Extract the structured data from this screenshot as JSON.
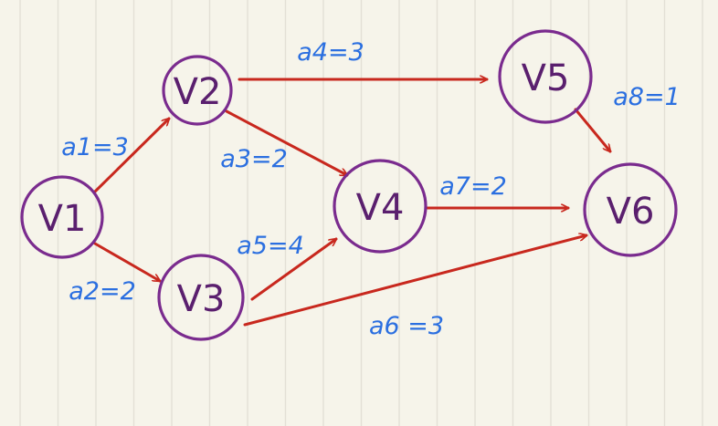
{
  "colors": {
    "background": "#f6f4ea",
    "grid_line": "#e3e0d6",
    "node_stroke": "#7a2b8e",
    "node_text": "#5a1f6e",
    "edge": "#c8281e",
    "edge_label": "#2b6fe0"
  },
  "nodes": [
    {
      "id": "v1",
      "label": "V1"
    },
    {
      "id": "v2",
      "label": "V2"
    },
    {
      "id": "v3",
      "label": "V3"
    },
    {
      "id": "v4",
      "label": "V4"
    },
    {
      "id": "v5",
      "label": "V5"
    },
    {
      "id": "v6",
      "label": "V6"
    }
  ],
  "edges": [
    {
      "id": "a1",
      "from": "v1",
      "to": "v2",
      "label": "a1=3"
    },
    {
      "id": "a2",
      "from": "v1",
      "to": "v3",
      "label": "a2=2"
    },
    {
      "id": "a3",
      "from": "v2",
      "to": "v4",
      "label": "a3=2"
    },
    {
      "id": "a4",
      "from": "v2",
      "to": "v5",
      "label": "a4=3"
    },
    {
      "id": "a5",
      "from": "v3",
      "to": "v4",
      "label": "a5=4"
    },
    {
      "id": "a6",
      "from": "v3",
      "to": "v6",
      "label": "a6 =3"
    },
    {
      "id": "a7",
      "from": "v4",
      "to": "v6",
      "label": "a7=2"
    },
    {
      "id": "a8",
      "from": "v5",
      "to": "v6",
      "label": "a8=1"
    }
  ]
}
